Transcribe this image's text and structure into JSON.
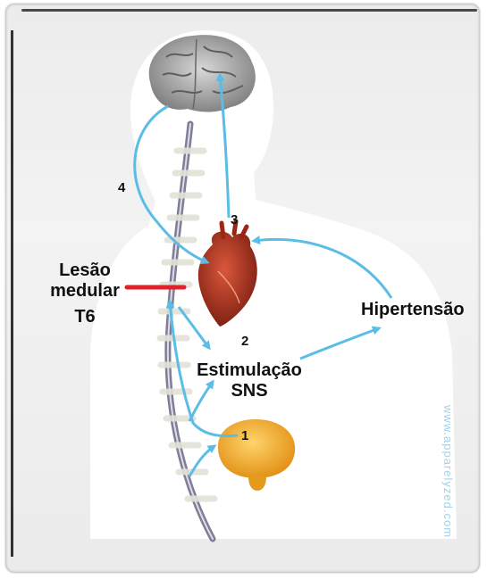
{
  "labels": {
    "lesao_line1": "Lesão",
    "lesao_line2": "medular",
    "lesao_line3": "T6",
    "hipertensao": "Hipertensão",
    "estimulacao_line1": "Estimulação",
    "estimulacao_line2": "SNS",
    "step1": "1",
    "step2": "2",
    "step3": "3",
    "step4": "4"
  },
  "watermark": "www.apparelyzed.com",
  "colors": {
    "arrow": "#5bbde6",
    "lesion_bar": "#e0202a",
    "body_silhouette": "#ffffff",
    "heart": "#b8321f",
    "bladder": "#f5a824",
    "brain": "#9a9a9a"
  }
}
